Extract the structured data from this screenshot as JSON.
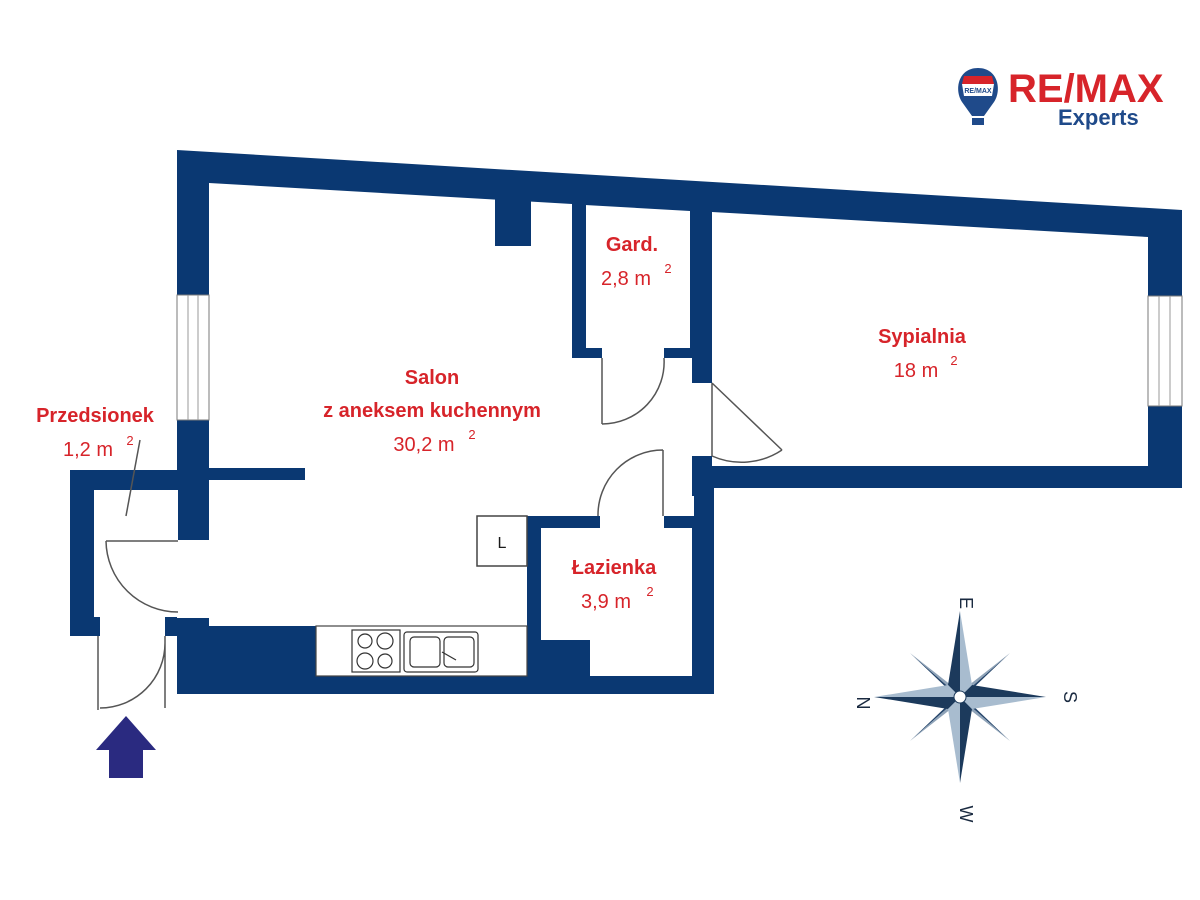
{
  "logo": {
    "brand": "RE/MAX",
    "sub": "Experts",
    "balloon_text": "RE/MAX",
    "colors": {
      "red": "#d7242a",
      "blue": "#1f4a8a"
    }
  },
  "rooms": {
    "przedsionek": {
      "name": "Przedsionek",
      "area": "1,2 m",
      "unit_sup": "2"
    },
    "salon": {
      "name_line1": "Salon",
      "name_line2": "z aneksem kuchennym",
      "area": "30,2 m",
      "unit_sup": "2"
    },
    "garderoba": {
      "name": "Gard.",
      "area": "2,8 m",
      "unit_sup": "2"
    },
    "sypialnia": {
      "name": "Sypialnia",
      "area": "18 m",
      "unit_sup": "2"
    },
    "lazienka": {
      "name": "Łazienka",
      "area": "3,9 m",
      "unit_sup": "2"
    }
  },
  "appliance": {
    "fridge_label": "L"
  },
  "compass": {
    "north": "N",
    "south": "S",
    "east": "E",
    "west": "W"
  },
  "colors": {
    "wall": "#0a3872",
    "label": "#d7242a",
    "entrance_arrow": "#2a2a80"
  }
}
